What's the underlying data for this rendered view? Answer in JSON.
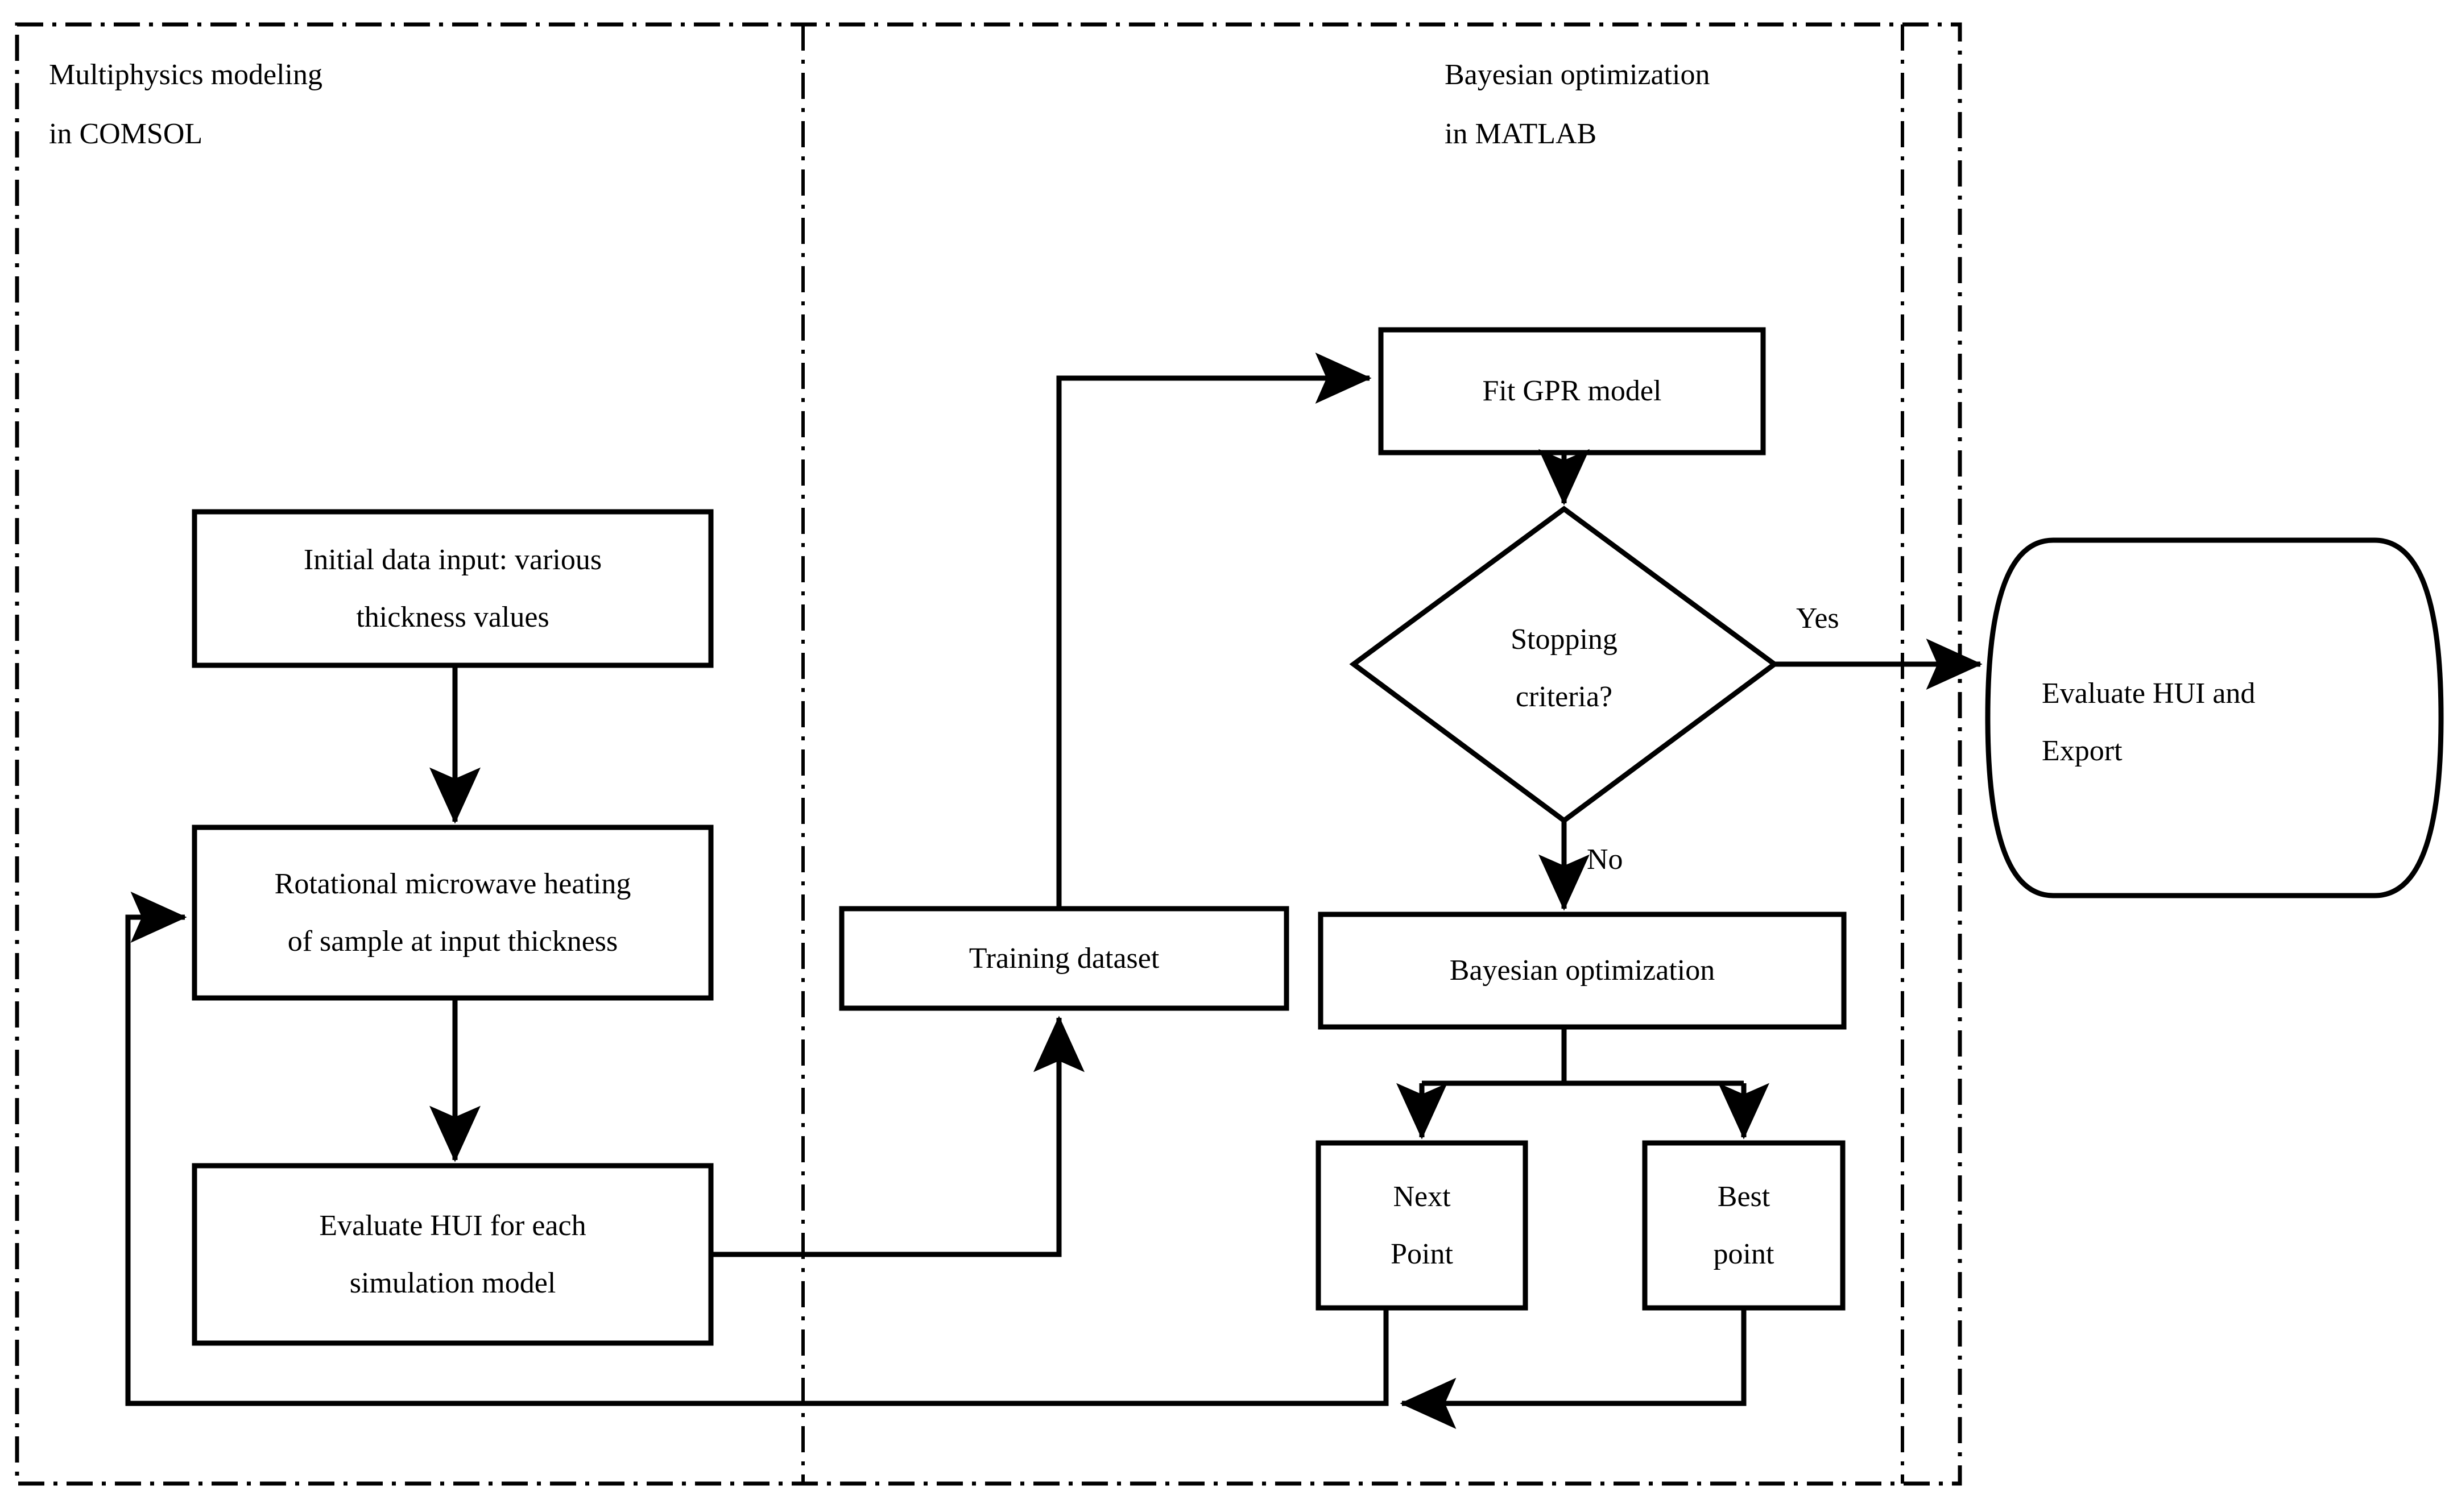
{
  "diagram": {
    "title": "Multiphysics modeling and Bayesian optimization workflow",
    "lanes": [
      {
        "id": "comsol",
        "line1": "Multiphysics modeling",
        "line2": "in COMSOL"
      },
      {
        "id": "matlab",
        "line1": "Bayesian optimization",
        "line2": "in MATLAB"
      }
    ],
    "nodes": [
      {
        "id": "initial-data-input",
        "shape": "rect",
        "line1": "Initial data input: various",
        "line2": "thickness values"
      },
      {
        "id": "rotational-microwave-heating",
        "shape": "rect",
        "line1": "Rotational microwave heating",
        "line2": "of sample at input thickness"
      },
      {
        "id": "evaluate-hui-each-model",
        "shape": "rect",
        "line1": "Evaluate HUI for each",
        "line2": "simulation model"
      },
      {
        "id": "training-dataset",
        "shape": "rect",
        "line1": "Training dataset",
        "line2": ""
      },
      {
        "id": "fit-gpr-model",
        "shape": "rect",
        "line1": "Fit GPR model",
        "line2": ""
      },
      {
        "id": "stopping-criteria",
        "shape": "diamond",
        "line1": "Stopping",
        "line2": "criteria?"
      },
      {
        "id": "bayesian-optimization",
        "shape": "rect",
        "line1": "Bayesian optimization",
        "line2": ""
      },
      {
        "id": "next-point",
        "shape": "rect",
        "line1": "Next",
        "line2": "Point"
      },
      {
        "id": "best-point",
        "shape": "rect",
        "line1": "Best",
        "line2": "point"
      },
      {
        "id": "evaluate-hui-and-export",
        "shape": "terminator",
        "line1": "Evaluate  HUI  and",
        "line2": "Export"
      }
    ],
    "edge_labels": [
      {
        "id": "yes-label",
        "text": "Yes"
      },
      {
        "id": "no-label",
        "text": "No"
      }
    ],
    "colors": {
      "stroke": "#000000",
      "fill": "#ffffff",
      "background": "#ffffff",
      "divider": "#000000"
    }
  }
}
